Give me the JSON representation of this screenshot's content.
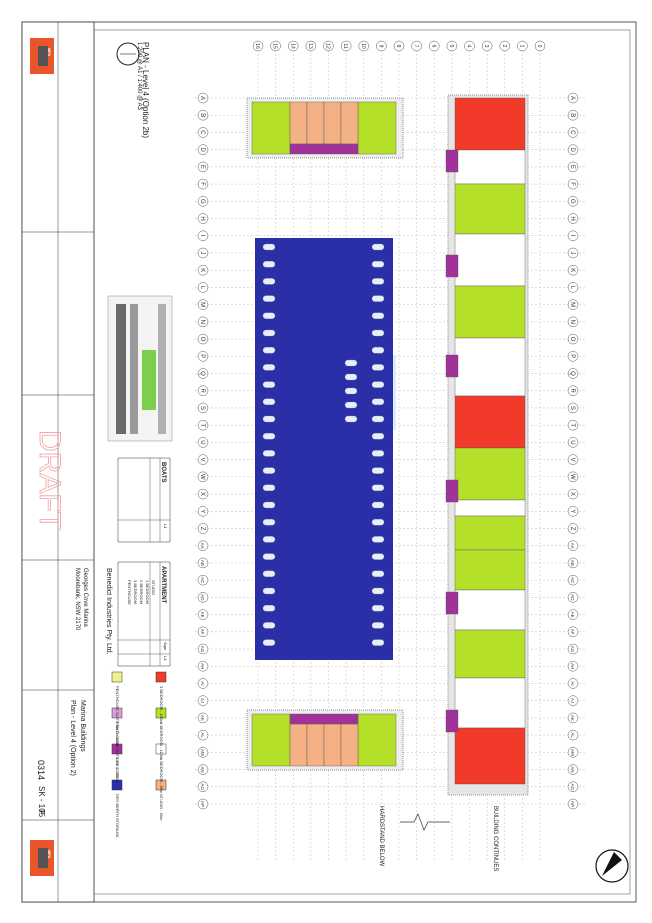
{
  "grid": {
    "letters": [
      "A",
      "B",
      "C",
      "D",
      "E",
      "F",
      "G",
      "H",
      "I",
      "J",
      "K",
      "L",
      "M",
      "N",
      "O",
      "P",
      "Q",
      "R",
      "S",
      "T",
      "U",
      "V",
      "W",
      "X",
      "Y",
      "Z",
      "AA",
      "AB",
      "AC",
      "AD",
      "AE",
      "AF",
      "AG",
      "AH",
      "AI",
      "AJ",
      "AK",
      "AL",
      "AM",
      "AN",
      "AO",
      "AP"
    ],
    "numbers": [
      "0",
      "1",
      "2",
      "3",
      "4",
      "5",
      "6",
      "7",
      "8",
      "9",
      "10",
      "11",
      "12",
      "13",
      "14",
      "15",
      "16"
    ]
  },
  "plan": {
    "title": "PLAN - Level 4 (Option 2b)",
    "scale": "1:200 @ A1 / 1:400 @ A3"
  },
  "notes": {
    "building_continues": "BUILDING CONTINUES",
    "hardstand_below": "HARDSTAND BELOW"
  },
  "boats_table": {
    "title": "BOATS",
    "level_header": "L4"
  },
  "apartment_table": {
    "title": "APARTMENT",
    "col_sqm": "Sqm",
    "col_level": "L4",
    "rows": [
      "STUDIO",
      "1 BEDROOM",
      "2 BEDROOM",
      "3 BEDROOM",
      "PENTHOUSE"
    ]
  },
  "legend": [
    {
      "label": "STUDIO - 50m",
      "color": "#f4b183"
    },
    {
      "label": "1 BEDROOM - 65m",
      "color": "#ffffff"
    },
    {
      "label": "2 BEDROOM - 110m",
      "color": "#b4e02a"
    },
    {
      "label": "3 BEDROOM - 150m",
      "color": "#f23a2a"
    },
    {
      "label": "DRY BERTH STORAGE",
      "color": "#2a2fa8"
    },
    {
      "label": "LIFT CORE",
      "color": "#a0329a"
    },
    {
      "label": "PENTHOUSE SUITE No 1 - 300m",
      "color": "#d8a0d8"
    },
    {
      "label": "PENTHOUSE SUITE No 2 - 300m",
      "color": "#f0f090"
    }
  ],
  "title_block": {
    "client": "Benedict Industries Pty. Ltd.",
    "address": "Georges Cove Marina",
    "address2": "Moorebank, NSW 2170",
    "project": "Marina Buildings",
    "drawing_title": "Plan - Level 4 (Option 2)",
    "job_no": "0314",
    "drawing_no": "SK - 105",
    "revision": "F",
    "draft": "DRAFT",
    "logo_text": "MFA"
  },
  "colors": {
    "studio": "#f4b183",
    "one_bed": "#ffffff",
    "two_bed": "#b4e02a",
    "three_bed": "#f23a2a",
    "dry_berth": "#2a2fa8",
    "lift": "#a0329a",
    "boat": "#e8eef8",
    "grid_line": "#9ea3a8",
    "hardstand": "#d9ecf3"
  }
}
